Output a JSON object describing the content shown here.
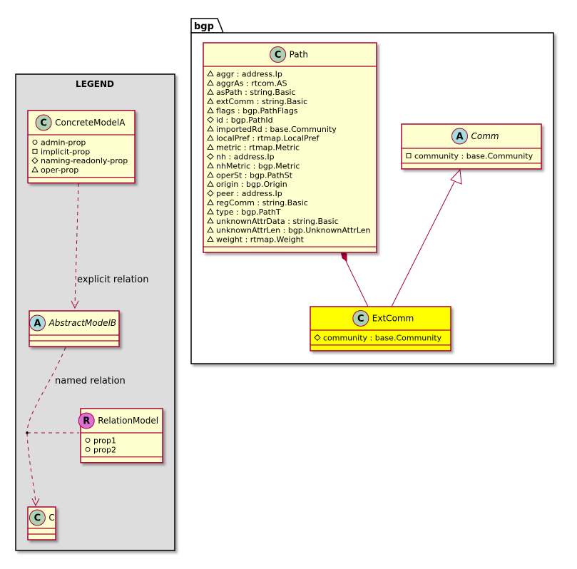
{
  "legend": {
    "title": "LEGEND",
    "concrete": {
      "stereo": "C",
      "name": "ConcreteModelA",
      "attrs": [
        {
          "vis": "+",
          "text": "admin-prop"
        },
        {
          "vis": "-",
          "text": "implicit-prop"
        },
        {
          "vis": "#",
          "text": "naming-readonly-prop"
        },
        {
          "vis": "~",
          "text": "oper-prop"
        }
      ]
    },
    "explicit_label": "explicit relation",
    "abstract": {
      "stereo": "A",
      "name": "AbstractModelB"
    },
    "named_label": "named relation",
    "relation": {
      "stereo": "R",
      "name": "RelationModel",
      "attrs": [
        {
          "vis": "+",
          "text": "prop1"
        },
        {
          "vis": "+",
          "text": "prop2"
        }
      ]
    },
    "c_class": {
      "stereo": "C",
      "name": "C"
    }
  },
  "package": {
    "name": "bgp",
    "path": {
      "stereo": "C",
      "name": "Path",
      "attrs": [
        {
          "vis": "~",
          "text": "aggr : address.Ip"
        },
        {
          "vis": "~",
          "text": "aggrAs : rtcom.AS"
        },
        {
          "vis": "~",
          "text": "asPath : string.Basic"
        },
        {
          "vis": "~",
          "text": "extComm : string.Basic"
        },
        {
          "vis": "~",
          "text": "flags : bgp.PathFlags"
        },
        {
          "vis": "#",
          "text": "id : bgp.PathId"
        },
        {
          "vis": "~",
          "text": "importedRd : base.Community"
        },
        {
          "vis": "~",
          "text": "localPref : rtmap.LocalPref"
        },
        {
          "vis": "~",
          "text": "metric : rtmap.Metric"
        },
        {
          "vis": "#",
          "text": "nh : address.Ip"
        },
        {
          "vis": "~",
          "text": "nhMetric : bgp.Metric"
        },
        {
          "vis": "~",
          "text": "operSt : bgp.PathSt"
        },
        {
          "vis": "~",
          "text": "origin : bgp.Origin"
        },
        {
          "vis": "#",
          "text": "peer : address.Ip"
        },
        {
          "vis": "~",
          "text": "regComm : string.Basic"
        },
        {
          "vis": "~",
          "text": "type : bgp.PathT"
        },
        {
          "vis": "~",
          "text": "unknownAttrData : string.Basic"
        },
        {
          "vis": "~",
          "text": "unknownAttrLen : bgp.UnknownAttrLen"
        },
        {
          "vis": "~",
          "text": "weight : rtmap.Weight"
        }
      ]
    },
    "comm": {
      "stereo": "A",
      "name": "Comm",
      "attrs": [
        {
          "vis": "-",
          "text": "community : base.Community"
        }
      ]
    },
    "extcomm": {
      "stereo": "C",
      "name": "ExtComm",
      "attrs": [
        {
          "vis": "#",
          "text": "community : base.Community"
        }
      ]
    }
  },
  "colors": {
    "class_fill": "#FEFECE",
    "class_border": "#A80036",
    "highlight_fill": "#FFFF00",
    "legend_bg": "#DDDDDD",
    "stereo_c": "#ADD1B2",
    "stereo_a": "#A9DCDF",
    "stereo_r": "#DA70D6"
  }
}
